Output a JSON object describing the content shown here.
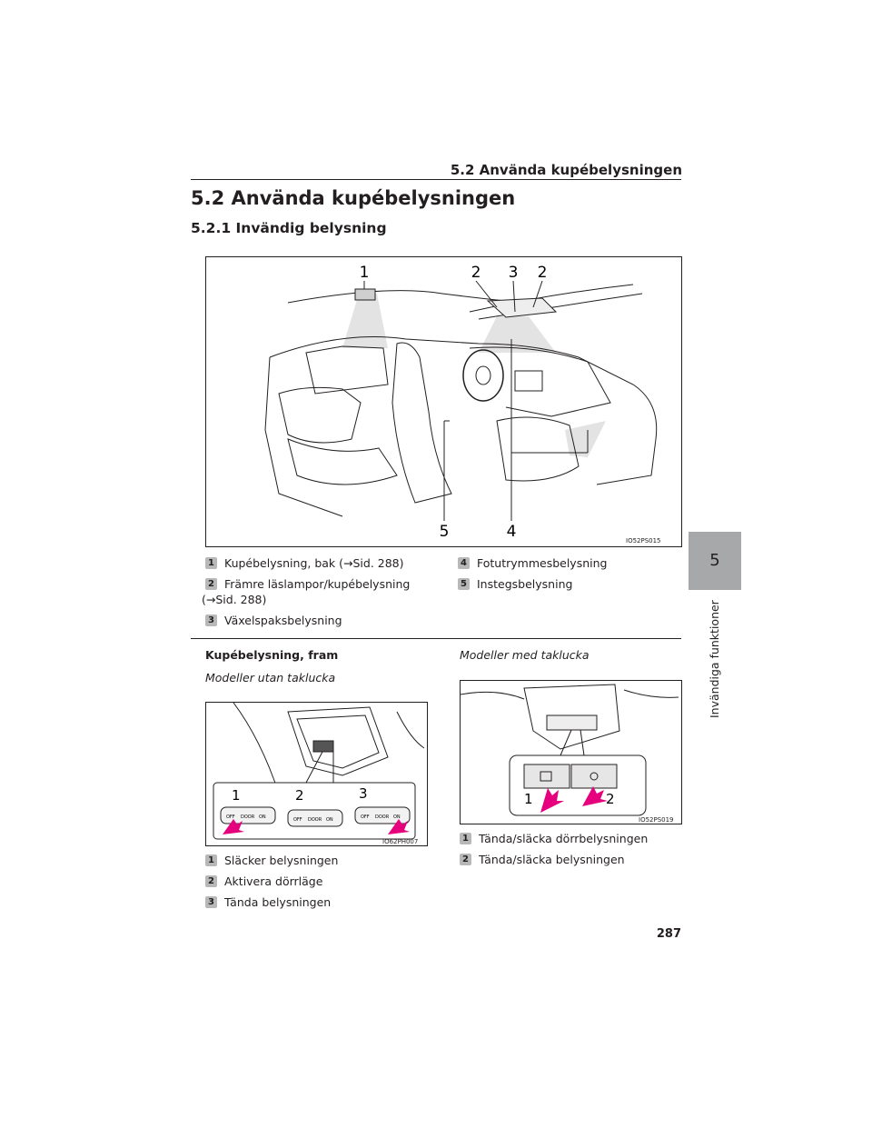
{
  "header": {
    "running_title": "5.2 Använda kupébelysningen"
  },
  "section": {
    "title": "5.2 Använda kupébelysningen",
    "subtitle": "5.2.1 Invändig belysning"
  },
  "figure_main": {
    "code": "IO52PS015",
    "callouts": [
      "1",
      "2",
      "3",
      "2",
      "5",
      "4"
    ]
  },
  "legend_main": [
    {
      "num": "1",
      "text": "Kupébelysning, bak (→Sid. 288)"
    },
    {
      "num": "2",
      "text": "Främre läslampor/kupébelysning",
      "text2": "(→Sid. 288)"
    },
    {
      "num": "3",
      "text": "Växelspaksbelysning"
    },
    {
      "num": "4",
      "text": "Fotutrymmesbelysning"
    },
    {
      "num": "5",
      "text": "Instegsbelysning"
    }
  ],
  "front": {
    "title": "Kupébelysning, fram",
    "without_sunroof": {
      "label": "Modeller utan taklucka",
      "figure_code": "IO62PH007",
      "callouts": [
        "1",
        "2",
        "3"
      ],
      "switch_labels": [
        "OFF",
        "DOOR",
        "ON"
      ],
      "items": [
        {
          "num": "1",
          "text": "Släcker belysningen"
        },
        {
          "num": "2",
          "text": "Aktivera dörrläge"
        },
        {
          "num": "3",
          "text": "Tända belysningen"
        }
      ]
    },
    "with_sunroof": {
      "label": "Modeller med taklucka",
      "figure_code": "IO52PS019",
      "callouts": [
        "1",
        "2"
      ],
      "items": [
        {
          "num": "1",
          "text": "Tända/släcka dörrbelysningen"
        },
        {
          "num": "2",
          "text": "Tända/släcka belysningen"
        }
      ]
    }
  },
  "side_tab": {
    "number": "5",
    "label": "Invändiga funktioner"
  },
  "page_number": "287",
  "colors": {
    "tab": "#a7a8aa",
    "badge": "#b8b8b8",
    "light_beam": "#e3e3e3",
    "text": "#231f20"
  }
}
